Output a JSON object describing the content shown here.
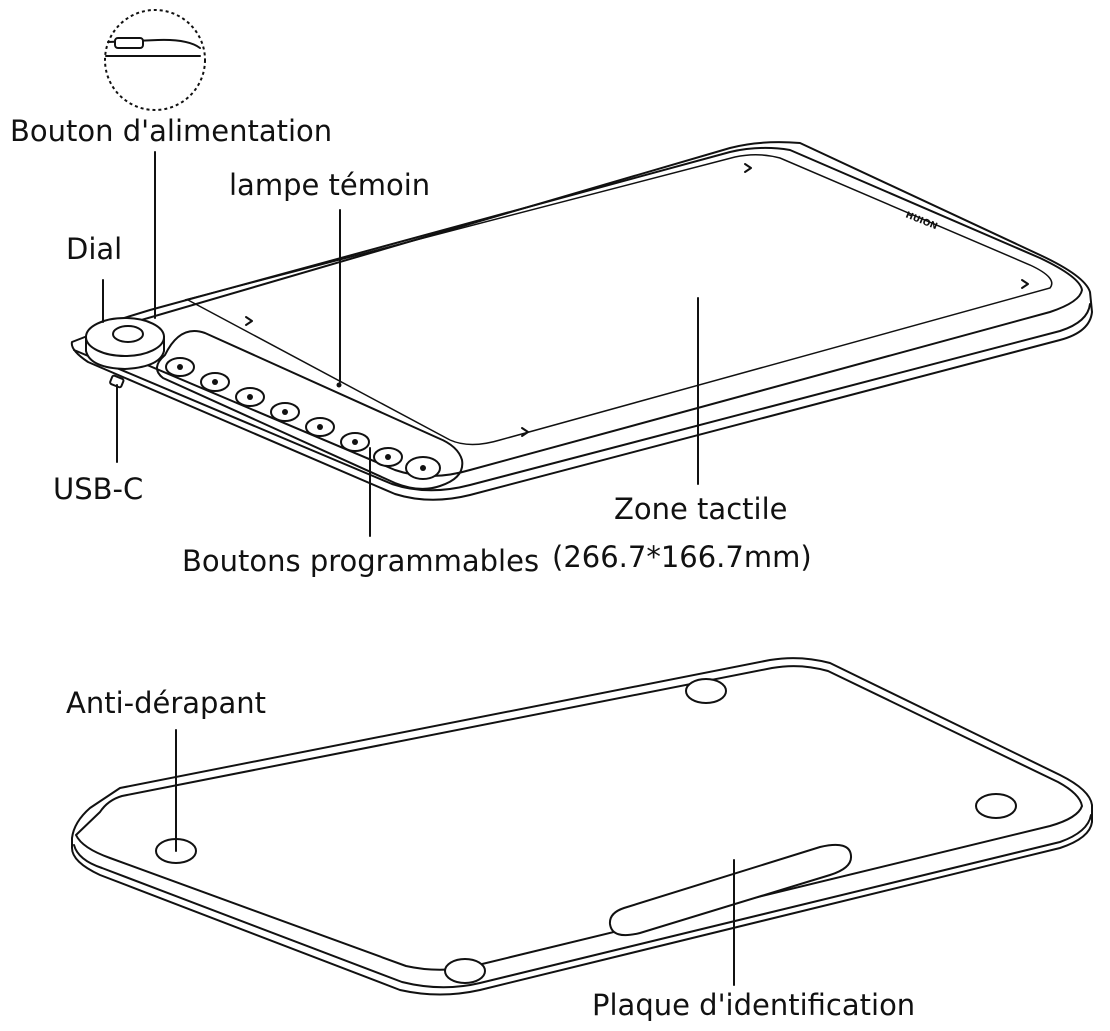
{
  "labels": {
    "power_button": "Bouton d'alimentation",
    "indicator_light": "lampe témoin",
    "dial": "Dial",
    "usb_c": "USB-C",
    "touch_zone": "Zone tactile",
    "touch_zone_size": "(266.7*166.7mm)",
    "programmable_buttons": "Boutons programmables",
    "anti_slip": "Anti-dérapant",
    "id_plate": "Plaque d'identification"
  },
  "brand_logo": "HUION",
  "colors": {
    "line": "#111111",
    "background": "#ffffff"
  }
}
